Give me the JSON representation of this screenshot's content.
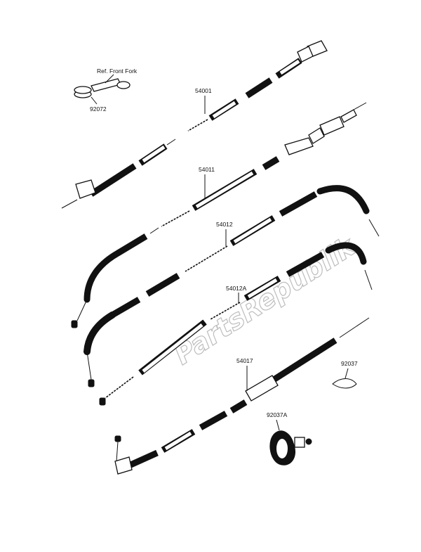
{
  "diagram": {
    "watermark": "PartsRepublik",
    "labels": {
      "ref_front_fork": "Ref. Front Fork",
      "p92072": "92072",
      "p54001": "54001",
      "p54011": "54011",
      "p54012": "54012",
      "p54012a": "54012A",
      "p54017": "54017",
      "p92037": "92037",
      "p92037a": "92037A"
    }
  }
}
